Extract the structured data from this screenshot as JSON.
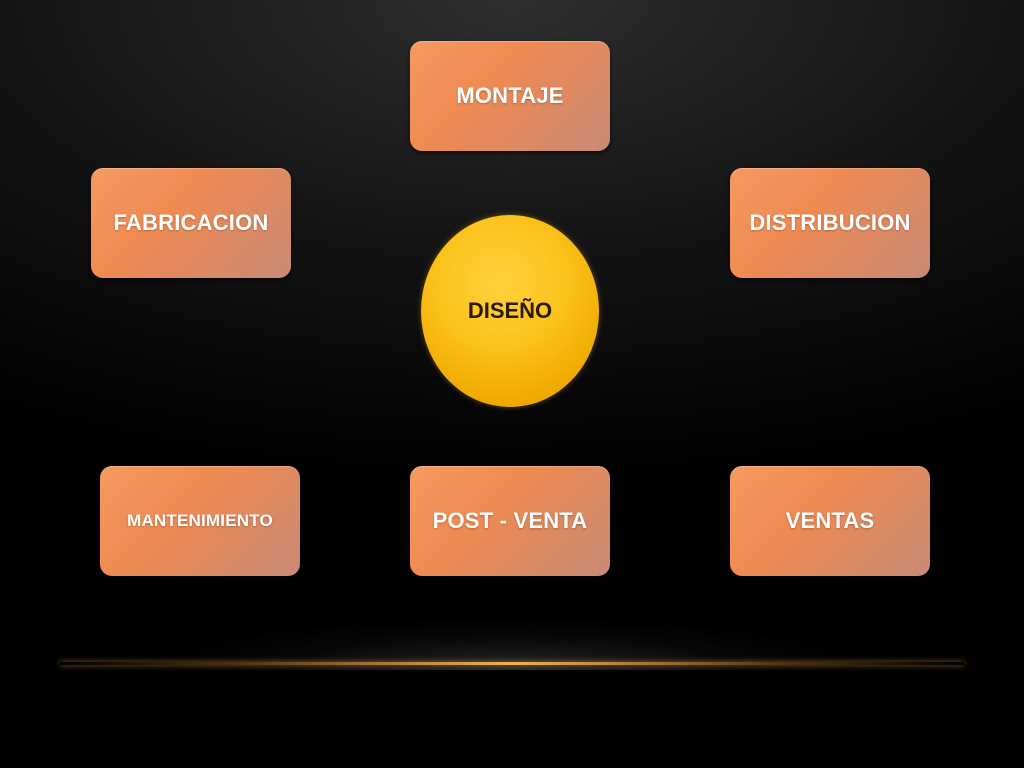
{
  "diagram": {
    "center": {
      "label": "DISEÑO",
      "color": "#fcc21c"
    },
    "nodes": {
      "montaje": "MONTAJE",
      "fabricacion": "FABRICACION",
      "distribucion": "DISTRIBUCION",
      "mantenimiento": "MANTENIMIENTO",
      "post_venta": "POST - VENTA",
      "ventas": "VENTAS"
    },
    "node_color": "#ee8a52",
    "background_color": "#000000"
  }
}
